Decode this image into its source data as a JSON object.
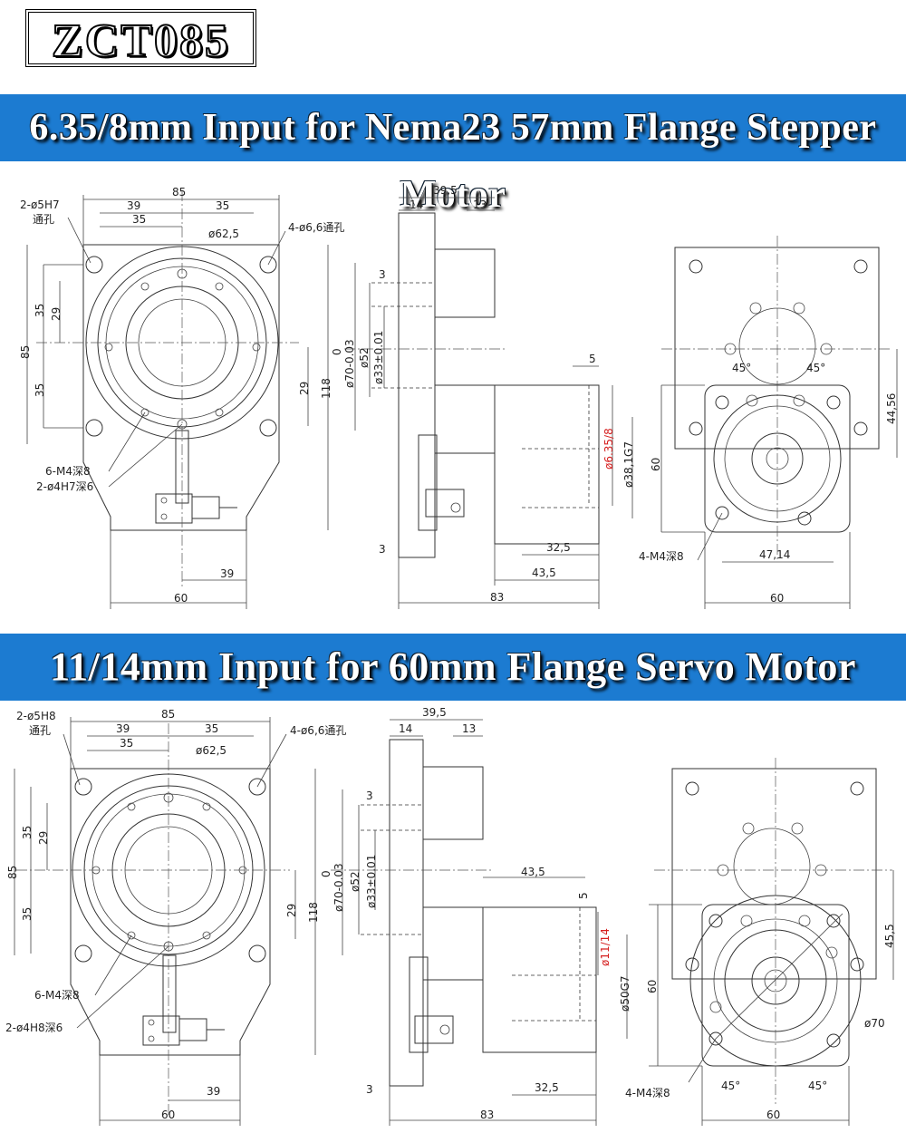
{
  "title": "ZCT085",
  "sections": [
    {
      "banner": "6.35/8mm Input for Nema23 57mm Flange Stepper Motor",
      "front": {
        "d85_top": "85",
        "d39": "39",
        "d35a": "35",
        "d35b": "35",
        "d62": "ø62,5",
        "hole_top_l": "2-ø5H7",
        "hole_top_l2": "通孔",
        "hole_top_r": "4-ø6,6通孔",
        "d85_left": "85",
        "d35l1": "35",
        "d29l": "29",
        "d35l2": "35",
        "d29r": "29",
        "d118": "118",
        "m4": "6-M4深8",
        "pin": "2-ø4H7深6",
        "d39b": "39",
        "d60b": "60"
      },
      "side": {
        "d395": "39,5",
        "d14": "14",
        "d13": "13",
        "d3a": "3",
        "d0": "0",
        "d70": "ø70-0.03",
        "d52": "ø52",
        "d33": "ø33±0.01",
        "d5": "5",
        "shaft": "ø6.35/8",
        "d38": "ø38,1G7",
        "d3b": "3",
        "d325": "32,5",
        "d435": "43,5",
        "d83": "83"
      },
      "back": {
        "a1": "45°",
        "a2": "45°",
        "d4456": "44,56",
        "d60l": "60",
        "m4": "4-M4深8",
        "d4714": "47,14",
        "d60b": "60"
      }
    },
    {
      "banner": "11/14mm Input for 60mm Flange Servo Motor",
      "front": {
        "d85_top": "85",
        "d39": "39",
        "d35a": "35",
        "d35b": "35",
        "d62": "ø62,5",
        "hole_top_l": "2-ø5H8",
        "hole_top_l2": "通孔",
        "hole_top_r": "4-ø6,6通孔",
        "d85_left": "85",
        "d35l1": "35",
        "d29l": "29",
        "d35l2": "35",
        "d29r": "29",
        "d118": "118",
        "m4": "6-M4深8",
        "pin": "2-ø4H8深6",
        "d39b": "39",
        "d60b": "60"
      },
      "side": {
        "d395": "39,5",
        "d14": "14",
        "d13": "13",
        "d3a": "3",
        "d0": "0",
        "d70": "ø70-0.03",
        "d52": "ø52",
        "d33": "ø33±0.01",
        "d435": "43,5",
        "d5": "5",
        "shaft": "ø11/14",
        "d50": "ø50G7",
        "d3b": "3",
        "d325": "32,5",
        "d83": "83"
      },
      "back": {
        "d455": "45,5",
        "d60l": "60",
        "d70": "ø70",
        "m4": "4-M4深8",
        "a1": "45°",
        "a2": "45°",
        "d60b": "60"
      }
    }
  ],
  "colors": {
    "banner": "#1c7bd1",
    "dim_red": "#d62020"
  }
}
